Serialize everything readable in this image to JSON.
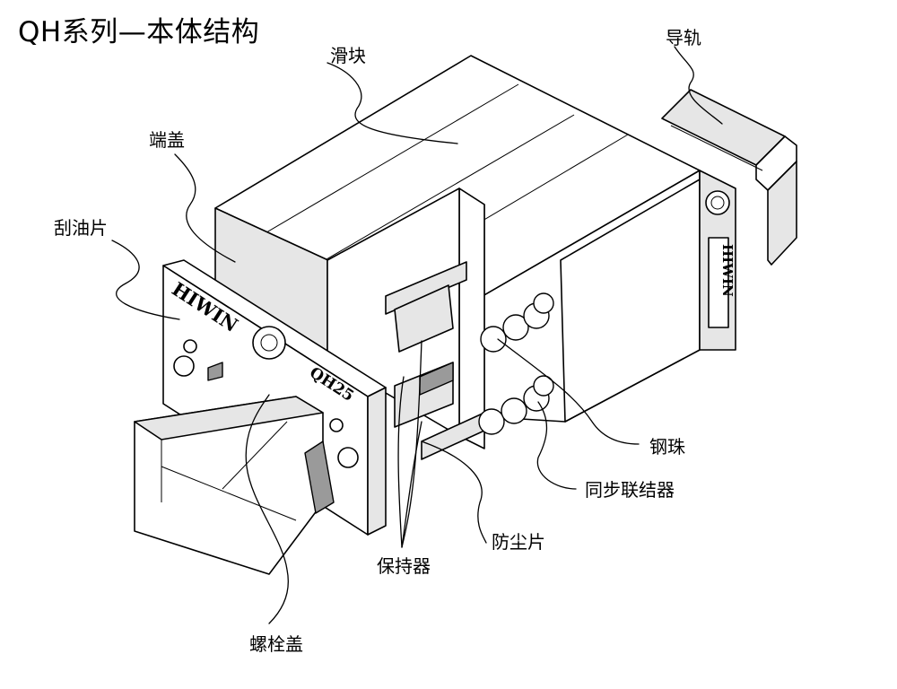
{
  "title": "QH系列—本体结构",
  "parts": {
    "slider": "滑块",
    "rail": "导轨",
    "end_cap": "端盖",
    "scraper": "刮油片",
    "steel_ball": "钢珠",
    "sync_connector": "同步联结器",
    "dust_seal": "防尘片",
    "retainer": "保持器",
    "bolt_cap": "螺栓盖"
  },
  "markings": {
    "brand": "HIWIN",
    "model": "QH25"
  }
}
